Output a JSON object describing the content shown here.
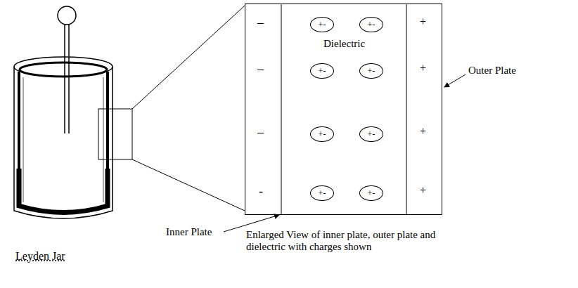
{
  "diagram": {
    "nodes": [
      {
        "text": [
          "Dielectric"
        ]
      },
      {
        "text": [
          "+-"
        ],
        "in": 0
      },
      {
        "text": [
          "+-"
        ],
        "in": 0
      },
      {
        "text": [
          "+-"
        ],
        "in": 0
      },
      {
        "text": [
          "+-"
        ],
        "in": 0
      },
      {
        "text": [
          "+-"
        ],
        "in": 0
      },
      {
        "text": [
          "+-"
        ],
        "in": 0
      },
      {
        "text": [
          "+-"
        ],
        "in": 0
      },
      {
        "text": [
          "+-"
        ],
        "in": 0
      }
    ],
    "labels": [
      "Leyden Jar",
      "Inner Plate",
      "Outer Plate",
      "Enlarged View of inner plate, outer plate and dielectric with charges shown",
      "–",
      "–",
      "–",
      "-",
      "+",
      "+",
      "+",
      "+"
    ]
  }
}
